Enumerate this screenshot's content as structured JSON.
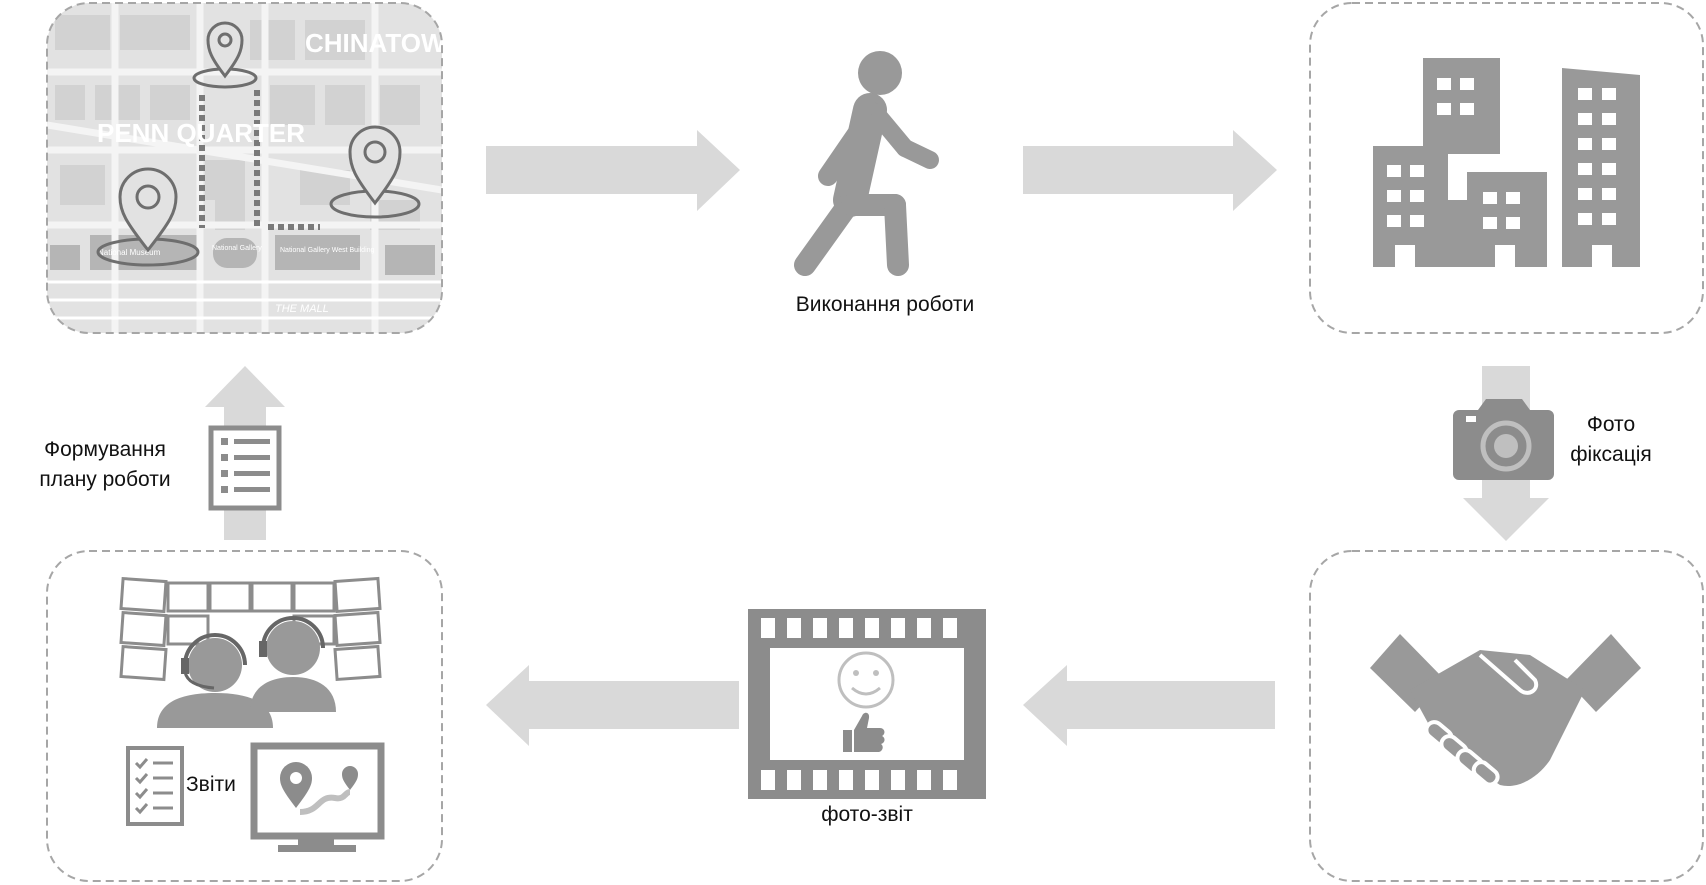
{
  "steps": {
    "work_execution": "Виконання роботи",
    "plan_line1": "Формування",
    "plan_line2": "плану роботи",
    "photo_line1": "Фото",
    "photo_line2": "фіксація",
    "photo_report": "фото-звіт",
    "reports": "Звіти"
  },
  "map": {
    "chinatown": "CHINATOWN",
    "penn_quarter": "PENN QUARTER",
    "the_mall": "THE MALL",
    "national_gallery": "National Gallery",
    "national_museum": "National Museum",
    "national_gallery_west": "National Gallery West Building"
  },
  "colors": {
    "icon": "#8c8c8c",
    "arrow": "#d9d9d9",
    "border": "#a6a6a6",
    "map_bg": "#e3e3e3"
  }
}
